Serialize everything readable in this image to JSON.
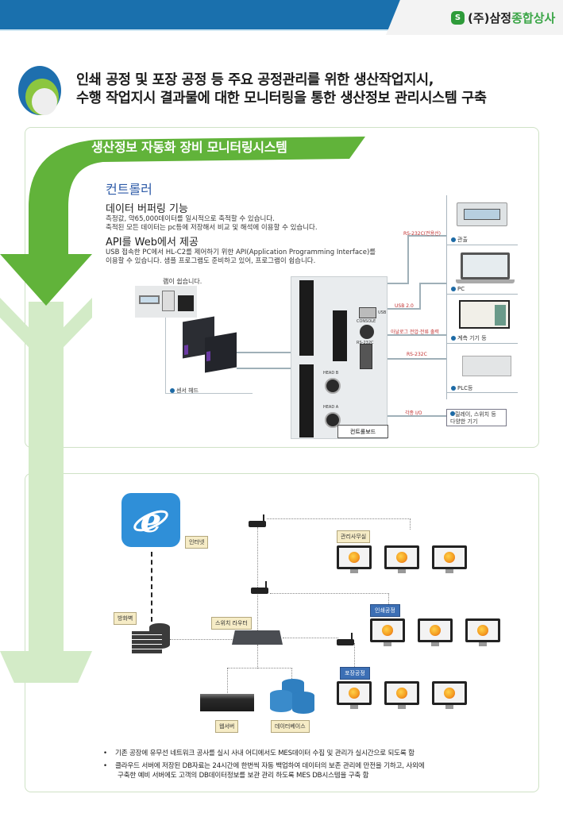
{
  "header": {
    "company_prefix": "(주)삼정",
    "company_suffix": "종합상사",
    "logo_mark": "S",
    "brand_blue": "#1a70ad",
    "brand_green": "#3aa546"
  },
  "headline": {
    "line1": "인쇄 공정 및 포장 공정 등 주요 공정관리를 위한 생산작업지시,",
    "line2": "수행 작업지시 결과물에 대한 모니터링을 통한 생산정보 관리시스템 구축"
  },
  "section1": {
    "title": "생산정보 자동화 장비 모니터링시스템",
    "controller_title": "컨트롤러",
    "features": [
      {
        "title": "데이터 버퍼링 기능",
        "lines": [
          "측정값, 약65,000데이터를  일시적으로 축적할 수 있습니다.",
          "축적된 모든 데이터는 pc등에 저장해서 비교 및 해석에 이용할 수 있습니다."
        ]
      },
      {
        "title": "API를 Web에서 제공",
        "lines": [
          "USB 접속한 PC에서 HL-C2를 제어하기 위한 API(Application  Programming  Interface)를",
          "이용할 수 있습니다. 샘플 프로그램도 준비하고 있어, 프로그램이 쉽습니다."
        ]
      }
    ],
    "small_caption": "램이 쉽습니다.",
    "sensor_head_label": "센서 헤드",
    "controller_board_label": "컨트롤보드",
    "board_ports": [
      "USB",
      "CONSOLE",
      "RS-232C",
      "HEAD B",
      "HEAD A"
    ],
    "connections": [
      {
        "line_label": "RS-232C(전용선)",
        "device": "관출"
      },
      {
        "line_label": "USB 2.0",
        "device": "PC"
      },
      {
        "line_label": "아날로그 전압·전류 출력",
        "device": "계측 기기 등"
      },
      {
        "line_label": "RS-232C",
        "device": "PLC등"
      },
      {
        "line_label": "각종 I/O",
        "device": "릴레이, 스위치 등 다양한 기기"
      }
    ]
  },
  "section2": {
    "nodes": {
      "internet": "인터넷",
      "firewall": "방화벽",
      "switch_router": "스위치 라우터",
      "web_server": "웹서버",
      "database": "데이터베이스"
    },
    "groups": [
      {
        "label": "관리사무실",
        "monitors": 3
      },
      {
        "label": "인쇄공정",
        "monitors": 3
      },
      {
        "label": "포장공정",
        "monitors": 3
      }
    ],
    "bullets": [
      "기존 공장에 유무선 네트워크 공사를 실시 사내 어디에서도 MES데이터 수집 및 관리가 실시간으로 되도록 함",
      "클라우드 서버에 저장된 DB자료는 24시간에 한번씩 자동 백업하여 데이터의 보존 관리에 만전을 기하고, 사외에",
      "구축한 예비 서버에도 고객의 DB데이터정보를 보관 관리 하도록 MES DB시스템을 구축 함"
    ]
  }
}
